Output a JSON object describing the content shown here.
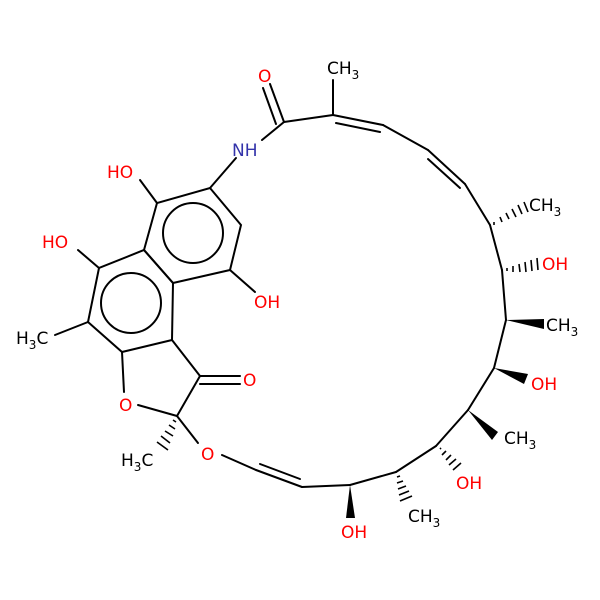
{
  "colors": {
    "bond": "#000000",
    "oxygen": "#ff0000",
    "nitrogen": "#3333aa",
    "carbon": "#000000",
    "background": "#ffffff"
  },
  "labels": {
    "amide_o": "O",
    "nh": "NH",
    "me_top": "CH",
    "oh_aryl_upper": "HO",
    "oh_aryl_left": "HO",
    "oh_aryl_mid": "OH",
    "me_aryl": "H",
    "furan_o": "O",
    "ketone_o": "O",
    "me_ketal": "H",
    "ketal_o": "O",
    "me_c1": "CH",
    "oh_c2": "OH",
    "me_c3": "CH",
    "oh_c4": "OH",
    "me_c5": "CH",
    "oh_c6": "OH",
    "me_c7": "CH",
    "oh_c8": "OH"
  },
  "subscripts": {
    "three": "3"
  },
  "tails": {
    "me_aryl": "C",
    "me_ketal": "C"
  }
}
